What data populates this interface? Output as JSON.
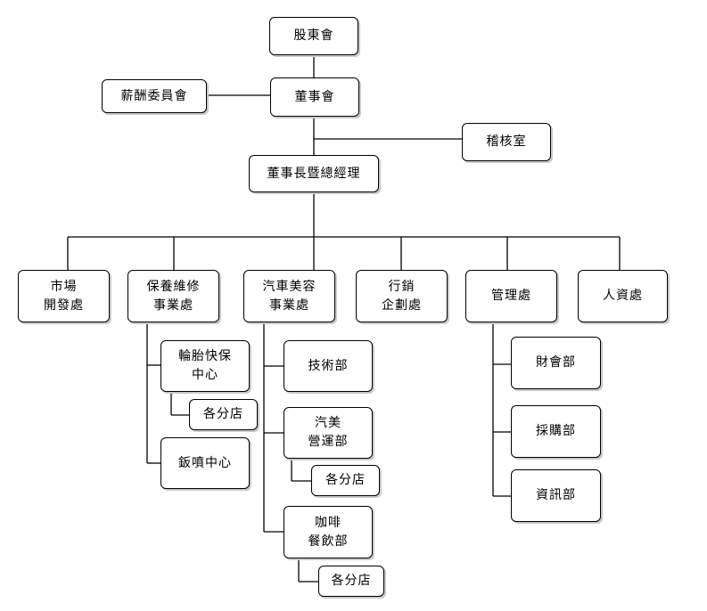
{
  "nodes": {
    "shareholders": "股東會",
    "board": "董事會",
    "compensation": "薪酬委員會",
    "audit": "稽核室",
    "chairman": "董事長暨總經理",
    "market": "市場\n開發處",
    "maintenance": "保養維修\n事業處",
    "beauty": "汽車美容\n事業處",
    "marketing": "行銷\n企劃處",
    "management": "管理處",
    "hr": "人資處",
    "tire": "輪胎快保\n中心",
    "tire_branches": "各分店",
    "paint": "鈑噴中心",
    "tech": "技術部",
    "beauty_ops": "汽美\n營運部",
    "beauty_branches": "各分店",
    "cafe": "咖啡\n餐飲部",
    "cafe_branches": "各分店",
    "finance": "財會部",
    "purchase": "採購部",
    "it": "資訊部"
  }
}
